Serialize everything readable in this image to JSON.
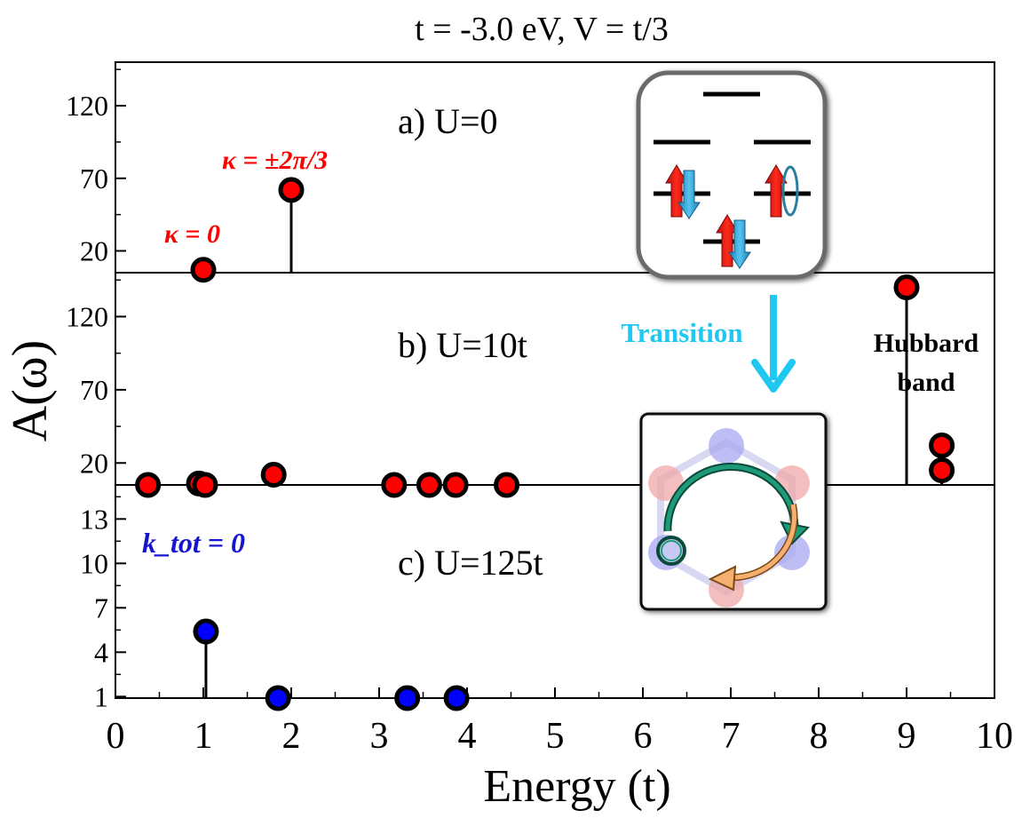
{
  "figure": {
    "title": "t = -3.0 eV,  V = t/3",
    "xlabel": "Energy (t)",
    "ylabel": "A(ω)",
    "transition_label": "Transition",
    "hubbard_label_line1": "Hubbard",
    "hubbard_label_line2": "band"
  },
  "colors": {
    "red_marker": "#ff0000",
    "blue_marker": "#0000ff",
    "annotation_red": "#ff0000",
    "annotation_blue": "#1515d0",
    "transition_cyan": "#1ec8f0",
    "spin_up": "#e0241c",
    "spin_down": "#2a9fd6",
    "ring_green": "#1f8f70",
    "ring_orange": "#f0a050"
  },
  "icons": {
    "top_inset": "orbital-level-diagram-icon",
    "bottom_inset": "ring-current-icon",
    "arrow": "down-arrow-icon"
  },
  "chart_data": [
    {
      "type": "scatter",
      "panel": "a",
      "label": "a) U=0",
      "marker": "stem",
      "ylim": [
        5,
        150
      ],
      "yticks": [
        20,
        70,
        120
      ],
      "annotations": [
        "κ = ±2π/3",
        "κ = 0"
      ],
      "points": [
        {
          "x": 1.0,
          "y": 7
        },
        {
          "x": 2.0,
          "y": 62
        }
      ]
    },
    {
      "type": "scatter",
      "panel": "b",
      "label": "b) U=10t",
      "marker": "stem",
      "ylim": [
        5,
        150
      ],
      "yticks": [
        20,
        70,
        120
      ],
      "points": [
        {
          "x": 0.37,
          "y": 5
        },
        {
          "x": 0.95,
          "y": 6
        },
        {
          "x": 1.02,
          "y": 5
        },
        {
          "x": 1.8,
          "y": 12
        },
        {
          "x": 3.17,
          "y": 5
        },
        {
          "x": 3.57,
          "y": 5
        },
        {
          "x": 3.87,
          "y": 5
        },
        {
          "x": 4.45,
          "y": 5
        },
        {
          "x": 9.0,
          "y": 140
        },
        {
          "x": 9.4,
          "y": 32
        },
        {
          "x": 9.4,
          "y": 15
        }
      ]
    },
    {
      "type": "scatter",
      "panel": "c",
      "label": "c) U=125t",
      "marker": "stem",
      "ylim": [
        0.9,
        15.3
      ],
      "yticks": [
        1,
        4,
        7,
        10,
        13
      ],
      "annotations": [
        "k_tot = 0"
      ],
      "points": [
        {
          "x": 1.03,
          "y": 5.4
        },
        {
          "x": 1.85,
          "y": 0.9
        },
        {
          "x": 3.32,
          "y": 0.9
        },
        {
          "x": 3.88,
          "y": 0.9
        }
      ]
    }
  ],
  "x_axis": {
    "xlim": [
      0,
      10
    ],
    "xticks": [
      0,
      1,
      2,
      3,
      4,
      5,
      6,
      7,
      8,
      9,
      10
    ]
  }
}
